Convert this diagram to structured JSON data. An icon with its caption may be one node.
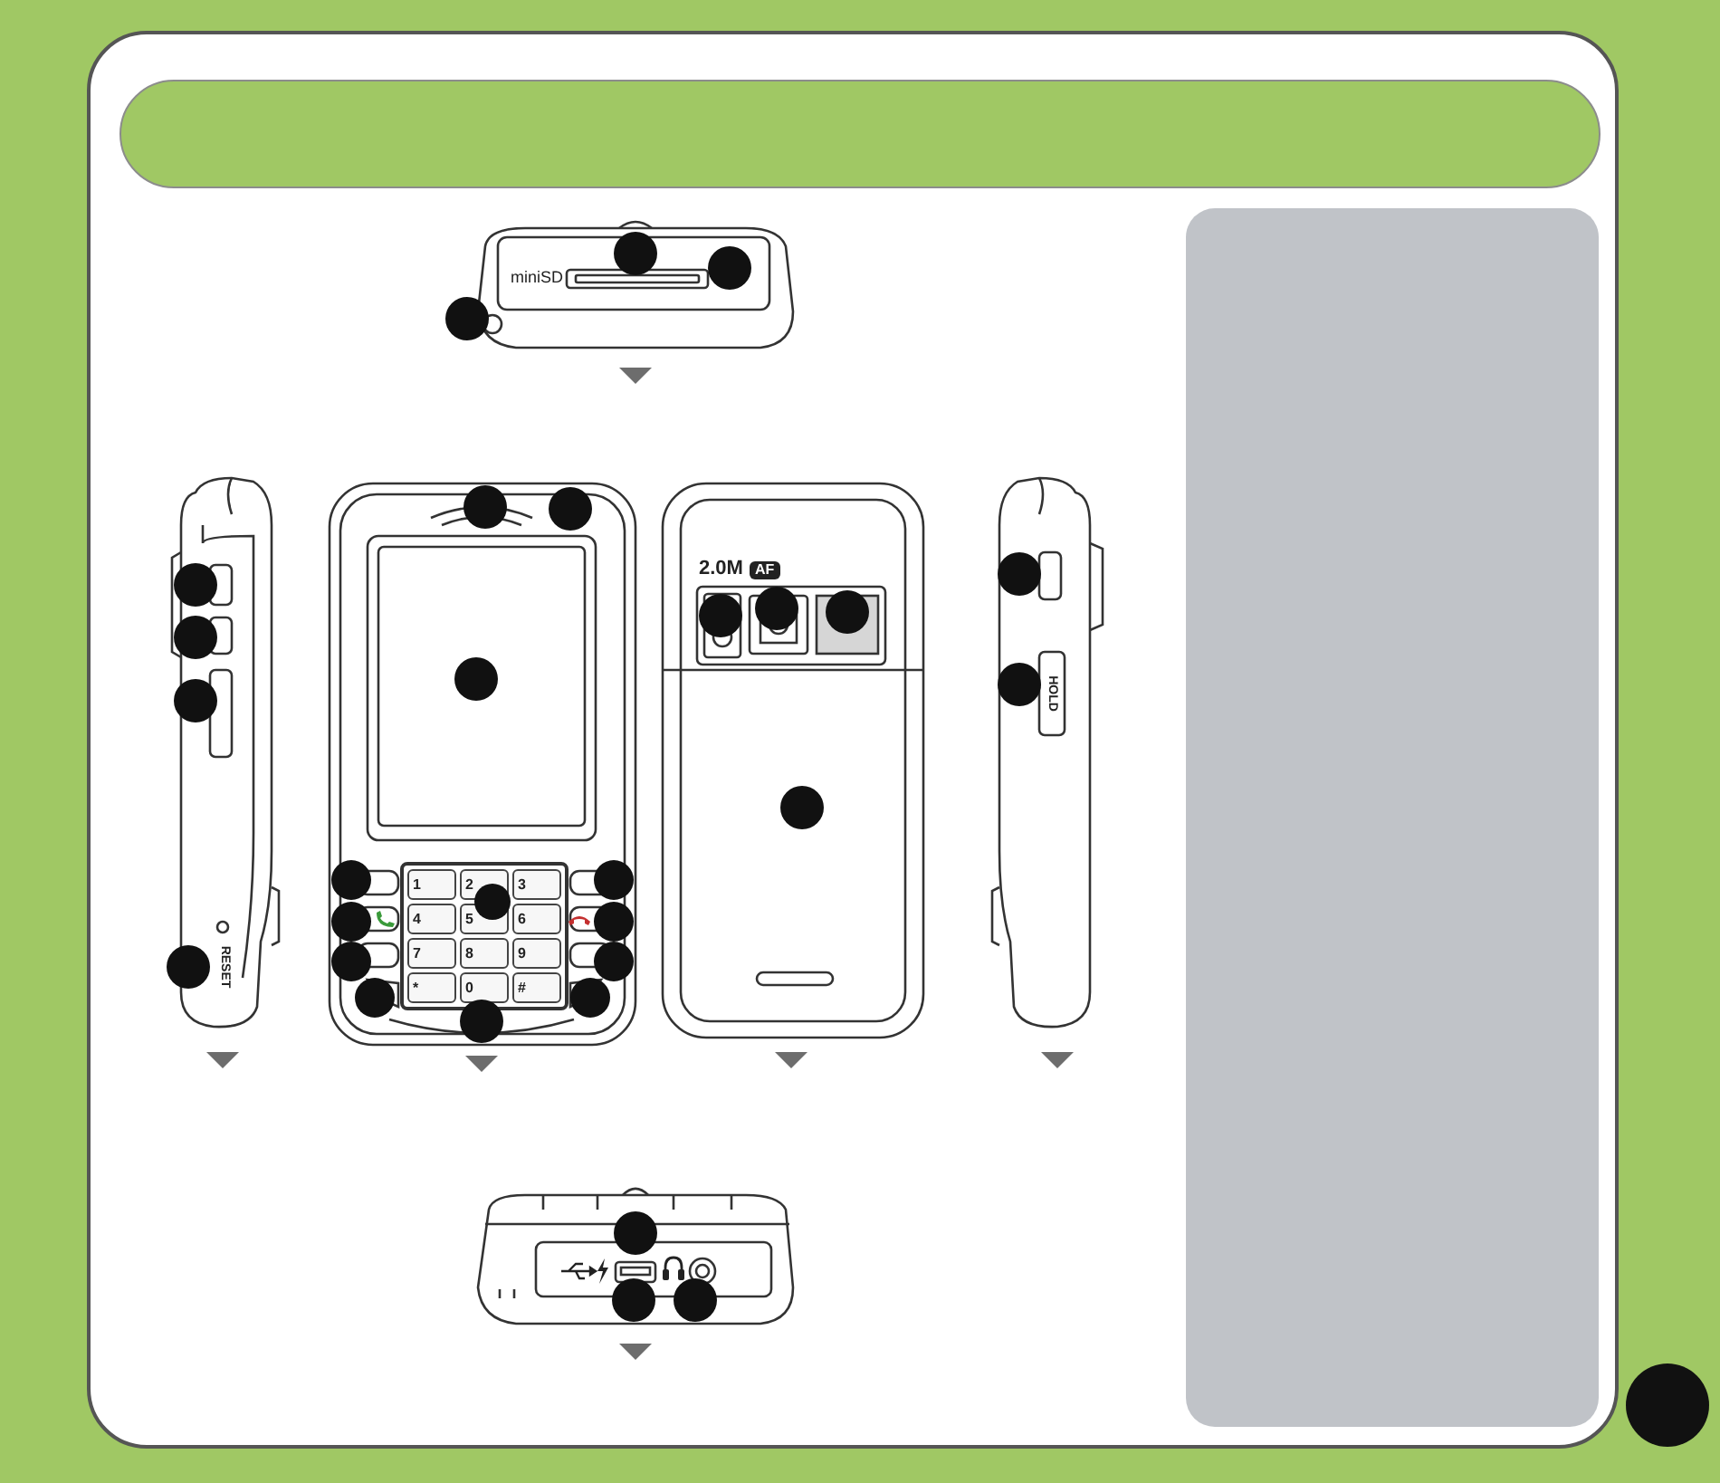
{
  "diagram": {
    "nodes": [
      {
        "text": [],
        "shape": "bar"
      },
      {
        "text": [],
        "shape": "box"
      },
      {
        "text": [],
        "shape": "circle"
      },
      {
        "text": [],
        "shape": "circle"
      },
      {
        "text": [],
        "shape": "circle"
      },
      {
        "text": [],
        "shape": "circle"
      },
      {
        "text": [],
        "shape": "circle"
      },
      {
        "text": [],
        "shape": "circle"
      },
      {
        "text": [],
        "shape": "circle"
      },
      {
        "text": [],
        "shape": "circle"
      },
      {
        "text": [],
        "shape": "circle"
      },
      {
        "text": [],
        "shape": "circle"
      },
      {
        "text": [],
        "shape": "circle"
      },
      {
        "text": [],
        "shape": "circle"
      },
      {
        "text": [],
        "shape": "circle"
      },
      {
        "text": [],
        "shape": "circle"
      },
      {
        "text": [],
        "shape": "circle"
      },
      {
        "text": [],
        "shape": "circle"
      },
      {
        "text": [],
        "shape": "circle"
      },
      {
        "text": [],
        "shape": "circle"
      },
      {
        "text": [],
        "shape": "circle"
      },
      {
        "text": [],
        "shape": "circle"
      },
      {
        "text": [],
        "shape": "circle"
      },
      {
        "text": [],
        "shape": "circle"
      },
      {
        "text": [],
        "shape": "circle"
      },
      {
        "text": [],
        "shape": "circle"
      },
      {
        "text": [],
        "shape": "circle"
      },
      {
        "text": [],
        "shape": "circle"
      },
      {
        "text": [],
        "shape": "circle"
      },
      {
        "text": [],
        "shape": "circle"
      },
      {
        "text": [],
        "shape": "circle"
      },
      {
        "text": [],
        "shape": "circle"
      }
    ],
    "labels": [
      "miniSD",
      "RESET",
      "1",
      "2",
      "3",
      "4",
      "5",
      "6",
      "7",
      "8",
      "9",
      "*",
      "0",
      "#",
      "2.0M",
      "AF",
      "HOLD"
    ]
  }
}
